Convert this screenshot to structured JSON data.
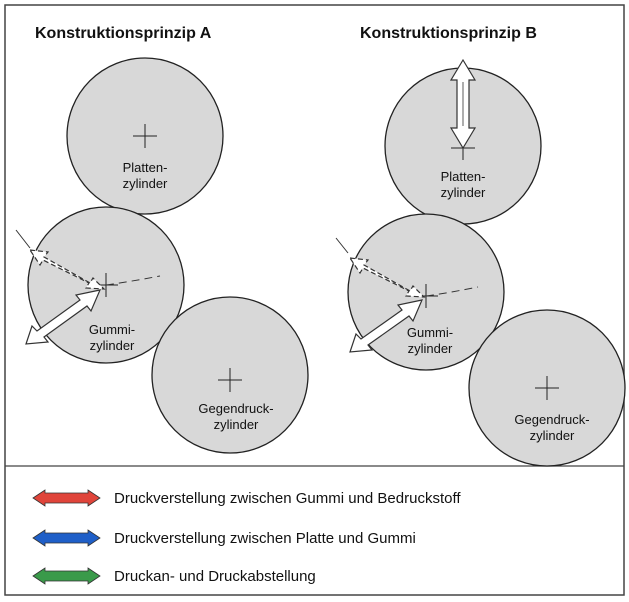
{
  "colors": {
    "cylinder_fill": "#d8d8d8",
    "frame": "#444444",
    "background": "#ffffff",
    "red": "#e0443a",
    "blue": "#1f5fc8",
    "green": "#3a9a4a",
    "arrow_fill": "#ffffff"
  },
  "panel_a": {
    "title": "Konstruktionsprinzip  A",
    "platten_line1": "Platten-",
    "platten_line2": "zylinder",
    "gummi_line1": "Gummi-",
    "gummi_line2": "zylinder",
    "gegen_line1": "Gegendruck-",
    "gegen_line2": "zylinder"
  },
  "panel_b": {
    "title": "Konstruktionsprinzip  B",
    "platten_line1": "Platten-",
    "platten_line2": "zylinder",
    "gummi_line1": "Gummi-",
    "gummi_line2": "zylinder",
    "gegen_line1": "Gegendruck-",
    "gegen_line2": "zylinder"
  },
  "legend": [
    {
      "color": "red",
      "label": "Druckverstellung zwischen Gummi und Bedruckstoff"
    },
    {
      "color": "blue",
      "label": "Druckverstellung zwischen Platte und Gummi"
    },
    {
      "color": "green",
      "label": "Druckan- und Druckabstellung"
    }
  ]
}
